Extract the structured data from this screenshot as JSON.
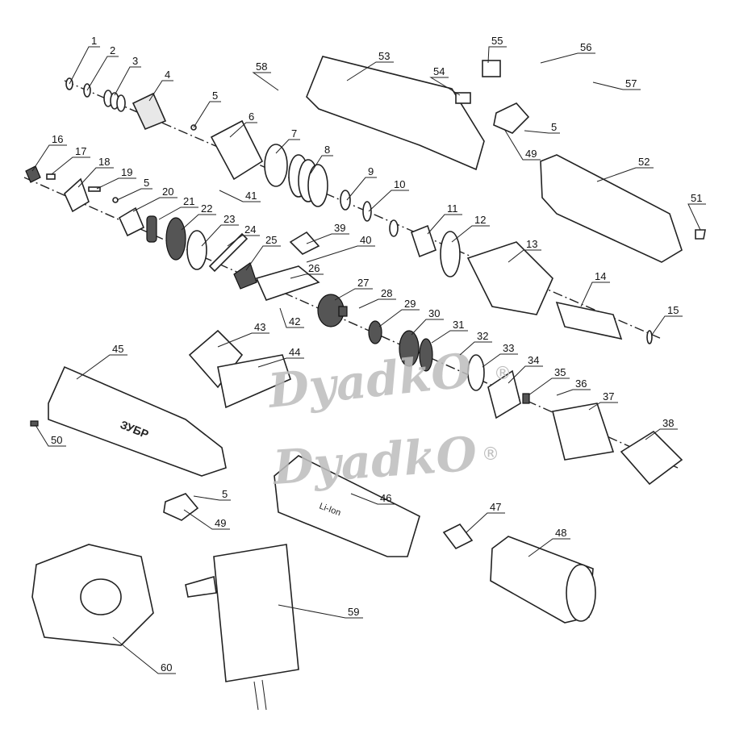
{
  "diagram": {
    "type": "exploded-parts-view",
    "labels": [
      "1",
      "2",
      "3",
      "4",
      "5",
      "6",
      "7",
      "8",
      "9",
      "10",
      "11",
      "12",
      "13",
      "14",
      "15",
      "16",
      "17",
      "18",
      "19",
      "5",
      "20",
      "21",
      "22",
      "23",
      "24",
      "25",
      "26",
      "27",
      "28",
      "29",
      "30",
      "31",
      "32",
      "33",
      "34",
      "35",
      "36",
      "37",
      "38",
      "39",
      "40",
      "41",
      "42",
      "43",
      "44",
      "45",
      "46",
      "47",
      "48",
      "49",
      "49",
      "50",
      "51",
      "52",
      "53",
      "54",
      "55",
      "56",
      "57",
      "58",
      "59",
      "60",
      "5",
      "5"
    ],
    "body_brand_text": "ЗУБР",
    "battery_text": "Li-Ion"
  },
  "watermark": {
    "text": "DyadkO",
    "registered": "®"
  }
}
